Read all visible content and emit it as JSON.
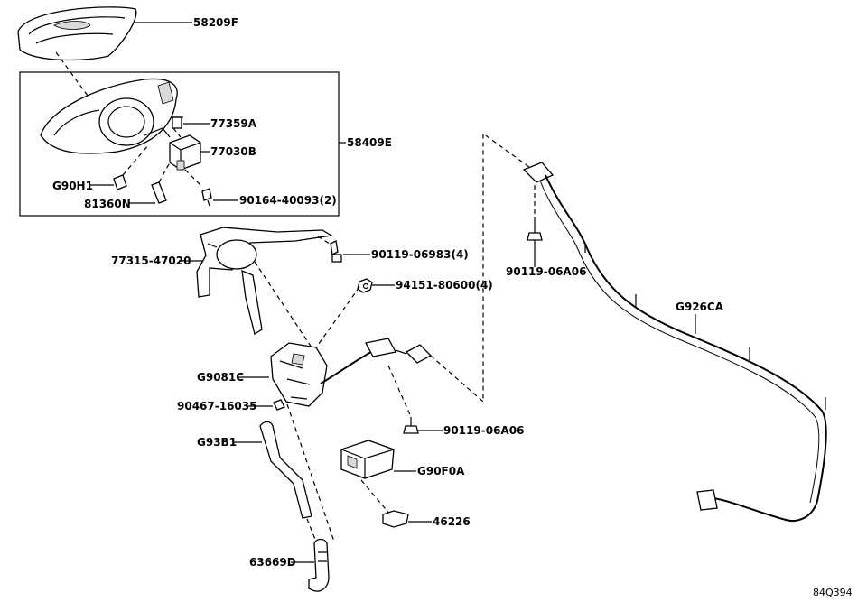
{
  "diagram": {
    "reference_code": "84Q394",
    "parts": {
      "p58209F": "58209F",
      "p58409E": "58409E",
      "p77359A": "77359A",
      "p77030B": "77030B",
      "pG90H1": "G90H1",
      "p81360N": "81360N",
      "p90164": "90164-40093(2)",
      "p77315": "77315-47020",
      "p90119a": "90119-06983(4)",
      "p94151": "94151-80600(4)",
      "p90119b": "90119-06A06",
      "pG926CA": "G926CA",
      "pG9081C": "G9081C",
      "p90467": "90467-16035",
      "p90119c": "90119-06A06",
      "pG93B1": "G93B1",
      "pG90F0A": "G90F0A",
      "p46226": "46226",
      "p63669D": "63669D"
    }
  }
}
